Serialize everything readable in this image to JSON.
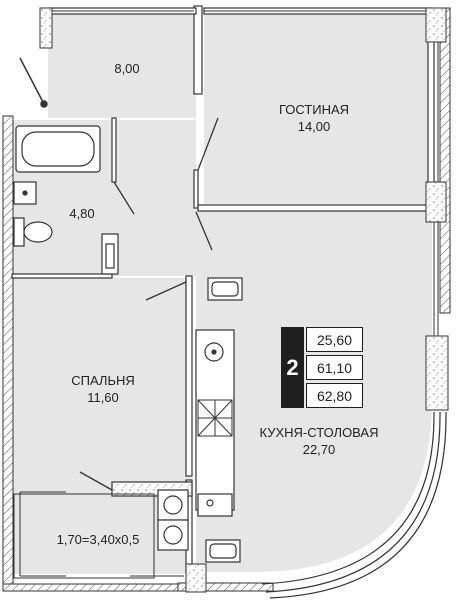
{
  "rooms": {
    "hall": {
      "area": "8,00"
    },
    "living": {
      "name": "ГОСТИНАЯ",
      "area": "14,00"
    },
    "bath": {
      "area": "4,80"
    },
    "bedroom": {
      "name": "СПАЛЬНЯ",
      "area": "11,60"
    },
    "kitchen": {
      "name": "КУХНЯ-СТОЛОВАЯ",
      "area": "22,70"
    },
    "balcony": {
      "area": "1,70=3,40х0,5"
    }
  },
  "badge": {
    "rooms": "2",
    "living_area": "25,60",
    "total_area": "61,10",
    "full_area": "62,80"
  },
  "colors": {
    "floor": "#e6e6e6",
    "wall": "#ffffff",
    "hatch": "#555555",
    "line": "#333333",
    "badge_dark": "#1f1f1f"
  }
}
